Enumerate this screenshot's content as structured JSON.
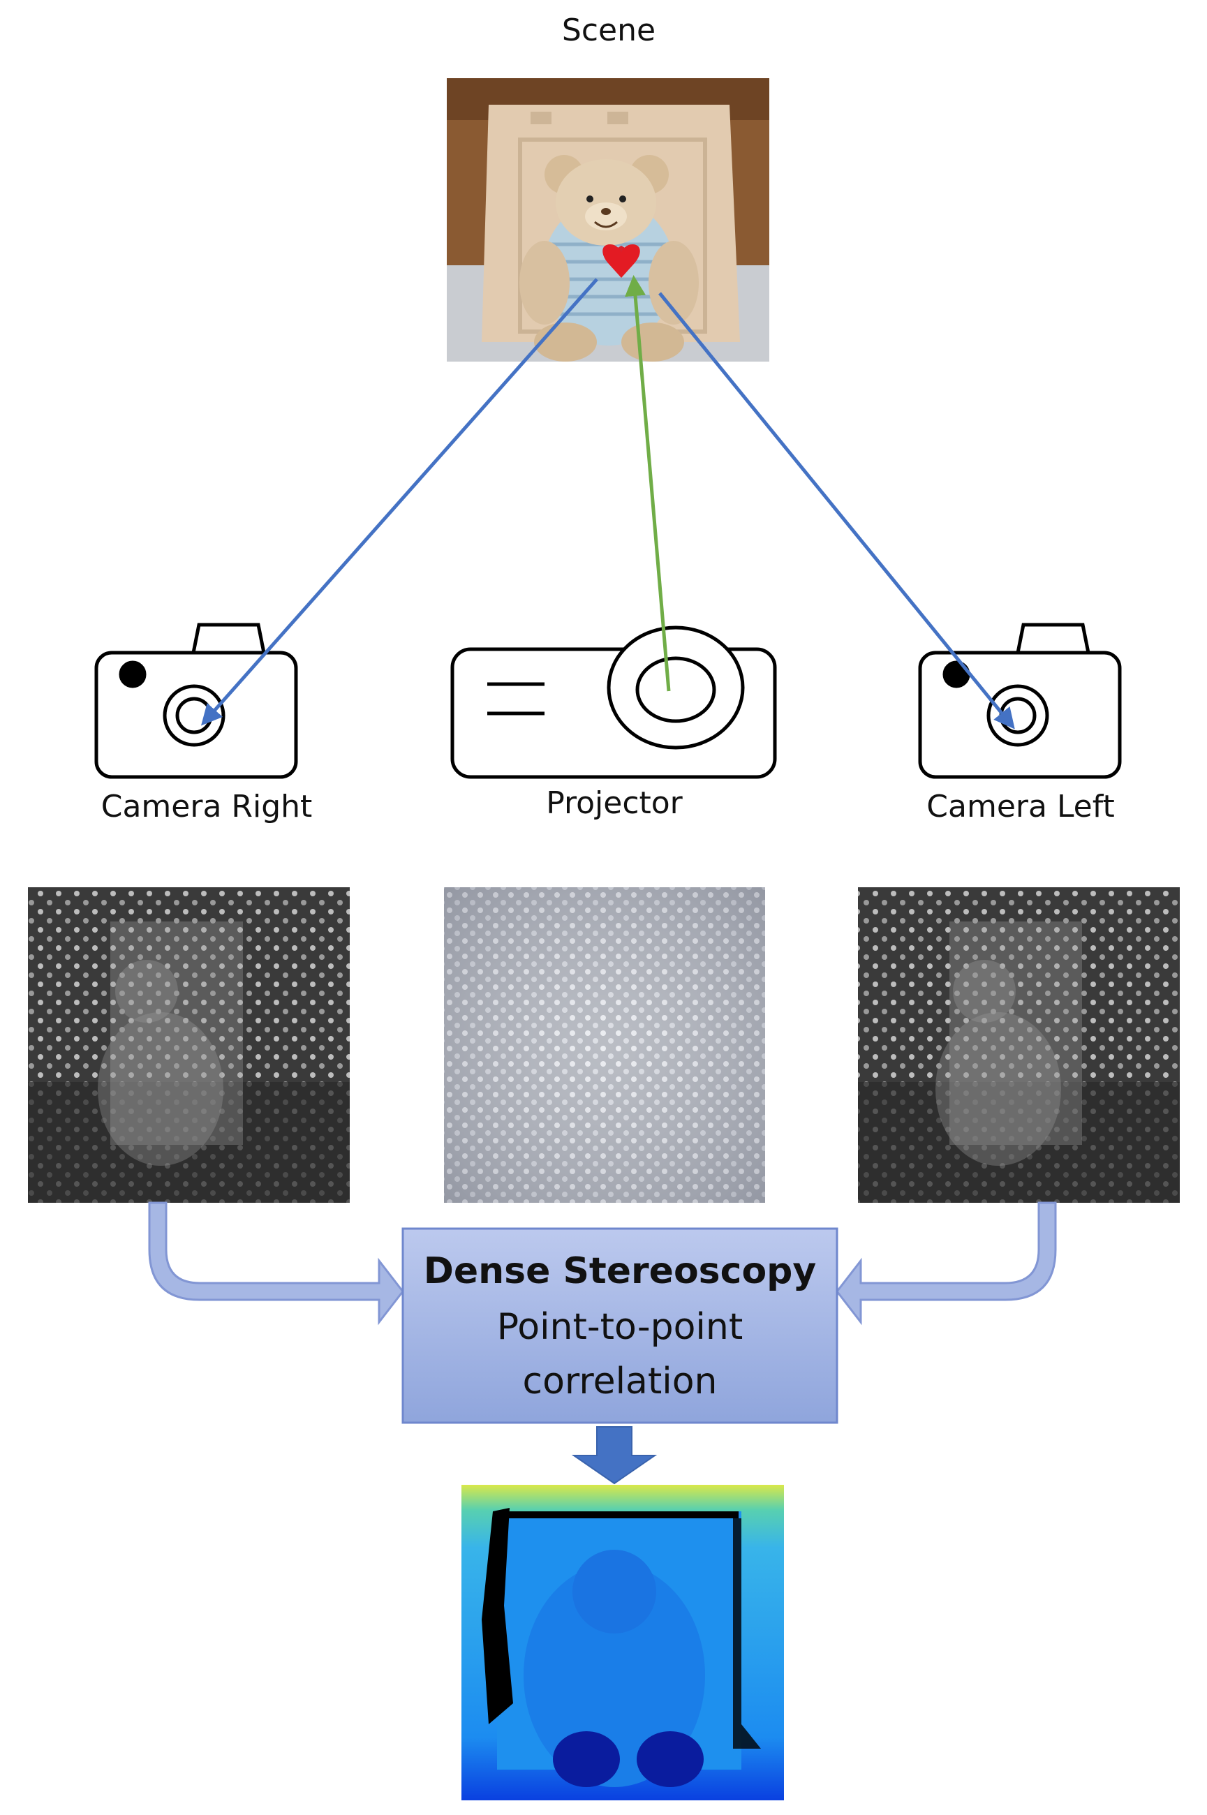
{
  "scene": {
    "title": "Scene"
  },
  "devices": {
    "camera_right": "Camera Right",
    "projector": "Projector",
    "camera_left": "Camera Left"
  },
  "process": {
    "title": "Dense Stereoscopy",
    "line1": "Point-to-point",
    "line2": "correlation"
  },
  "colors": {
    "ray_camera": "#4472c4",
    "ray_projector": "#70ad47",
    "process_fill_top": "#bcc9ee",
    "process_fill_bottom": "#8fa5dc",
    "process_border": "#6f87cd",
    "flow_arrow_fill": "#a6b7e4",
    "flow_arrow_stroke": "#8296d4",
    "down_arrow": "#4472c4"
  }
}
